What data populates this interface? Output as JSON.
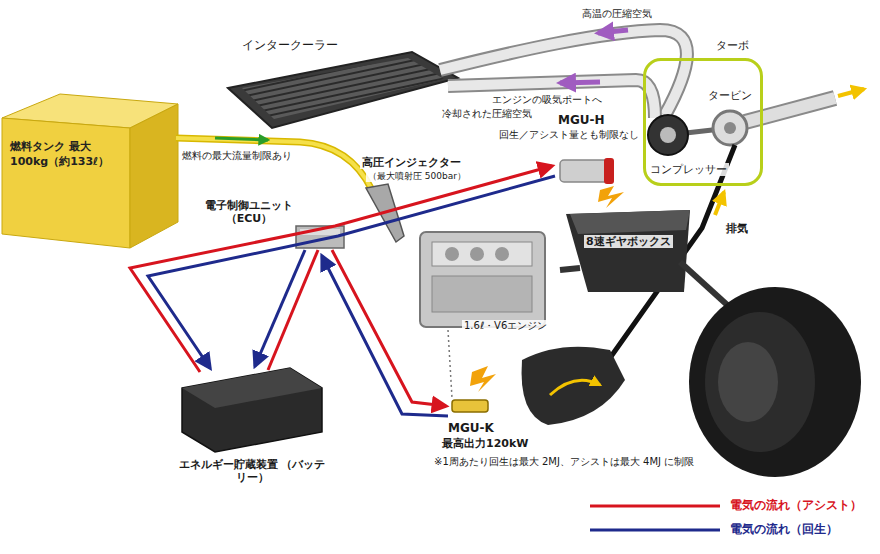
{
  "diagram": {
    "nodes": [
      {
        "text": [
          "燃料タンク 最大100kg（約133ℓ）"
        ]
      },
      {
        "text": [
          "ターボ",
          "タービン",
          "コンプレッサー"
        ]
      }
    ],
    "labels": [
      "インタークーラー",
      "高温の圧縮空気",
      "エンジンの吸気ポートへ",
      "冷却された圧縮空気",
      "MGU-H",
      "回生／アシスト量とも制限なし",
      "燃料の最大流量制限あり",
      "高圧インジェクター",
      "（最大噴射圧 500bar）",
      "電子制御ユニット （ECU）",
      "8速ギヤボックス",
      "排気",
      "1.6ℓ・V6エンジン",
      "MGU-K",
      "最高出力120kW",
      "※1周あたり回生は最大 2MJ、アシストは最大 4MJ に制限",
      "エネルギー貯蔵装置 （バッテリー）"
    ],
    "legend": [
      {
        "text": "電気の流れ（アシスト）"
      },
      {
        "text": "電気の流れ（回生）"
      }
    ]
  }
}
